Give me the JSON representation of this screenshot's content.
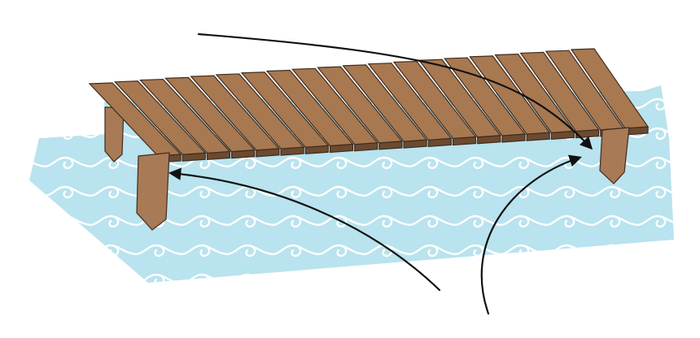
{
  "colors": {
    "background": "#ffffff",
    "water": "#b9e3ee",
    "wave_swirl": "#ffffff",
    "wood_top": "#a87850",
    "wood_edge": "#6b4a30",
    "wood_outline": "#3f2c1f",
    "leg": "#a87a56",
    "arrow": "#111111"
  },
  "icons": {
    "water": "water-wave-pattern",
    "dock": "wooden-dock",
    "arrow": "curved-arrow"
  },
  "dock": {
    "plank_count": 20,
    "leg_count": 3
  },
  "arrows": {
    "count": 3
  }
}
